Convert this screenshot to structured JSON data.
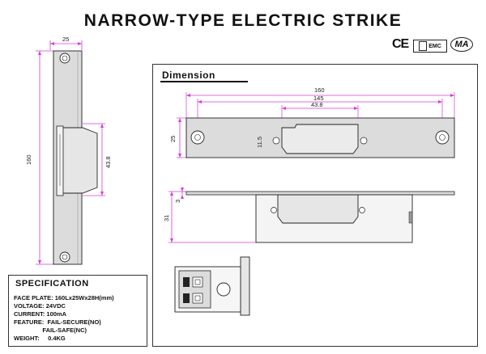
{
  "title": "NARROW-TYPE ELECTRIC STRIKE",
  "certifications": {
    "ce": "CE",
    "emc": "EMC",
    "ma": "MA"
  },
  "dimension_panel": {
    "label": "Dimension"
  },
  "left_view": {
    "width_label": "25",
    "height_label": "160",
    "latch_label": "43.8"
  },
  "top_view": {
    "overall": "160",
    "mount": "145",
    "latch": "43.8",
    "height": "25",
    "latch_height": "11.5"
  },
  "side_view": {
    "lip": "3",
    "depth": "31"
  },
  "specification": {
    "heading": "SPECIFICATION",
    "lines": [
      "FACE PLATE: 160Lx25Wx28H(mm)",
      "VOLTAGE: 24VDC",
      "CURRENT: 100mA",
      "FEATURE:  FAIL-SECURE(NO)",
      "                 FAIL-SAFE(NC)",
      "WEIGHT:     0.4KG"
    ]
  },
  "colors": {
    "dimension_line": "#d43cd4",
    "outline": "#222222",
    "metal": "#d9d9d9"
  }
}
